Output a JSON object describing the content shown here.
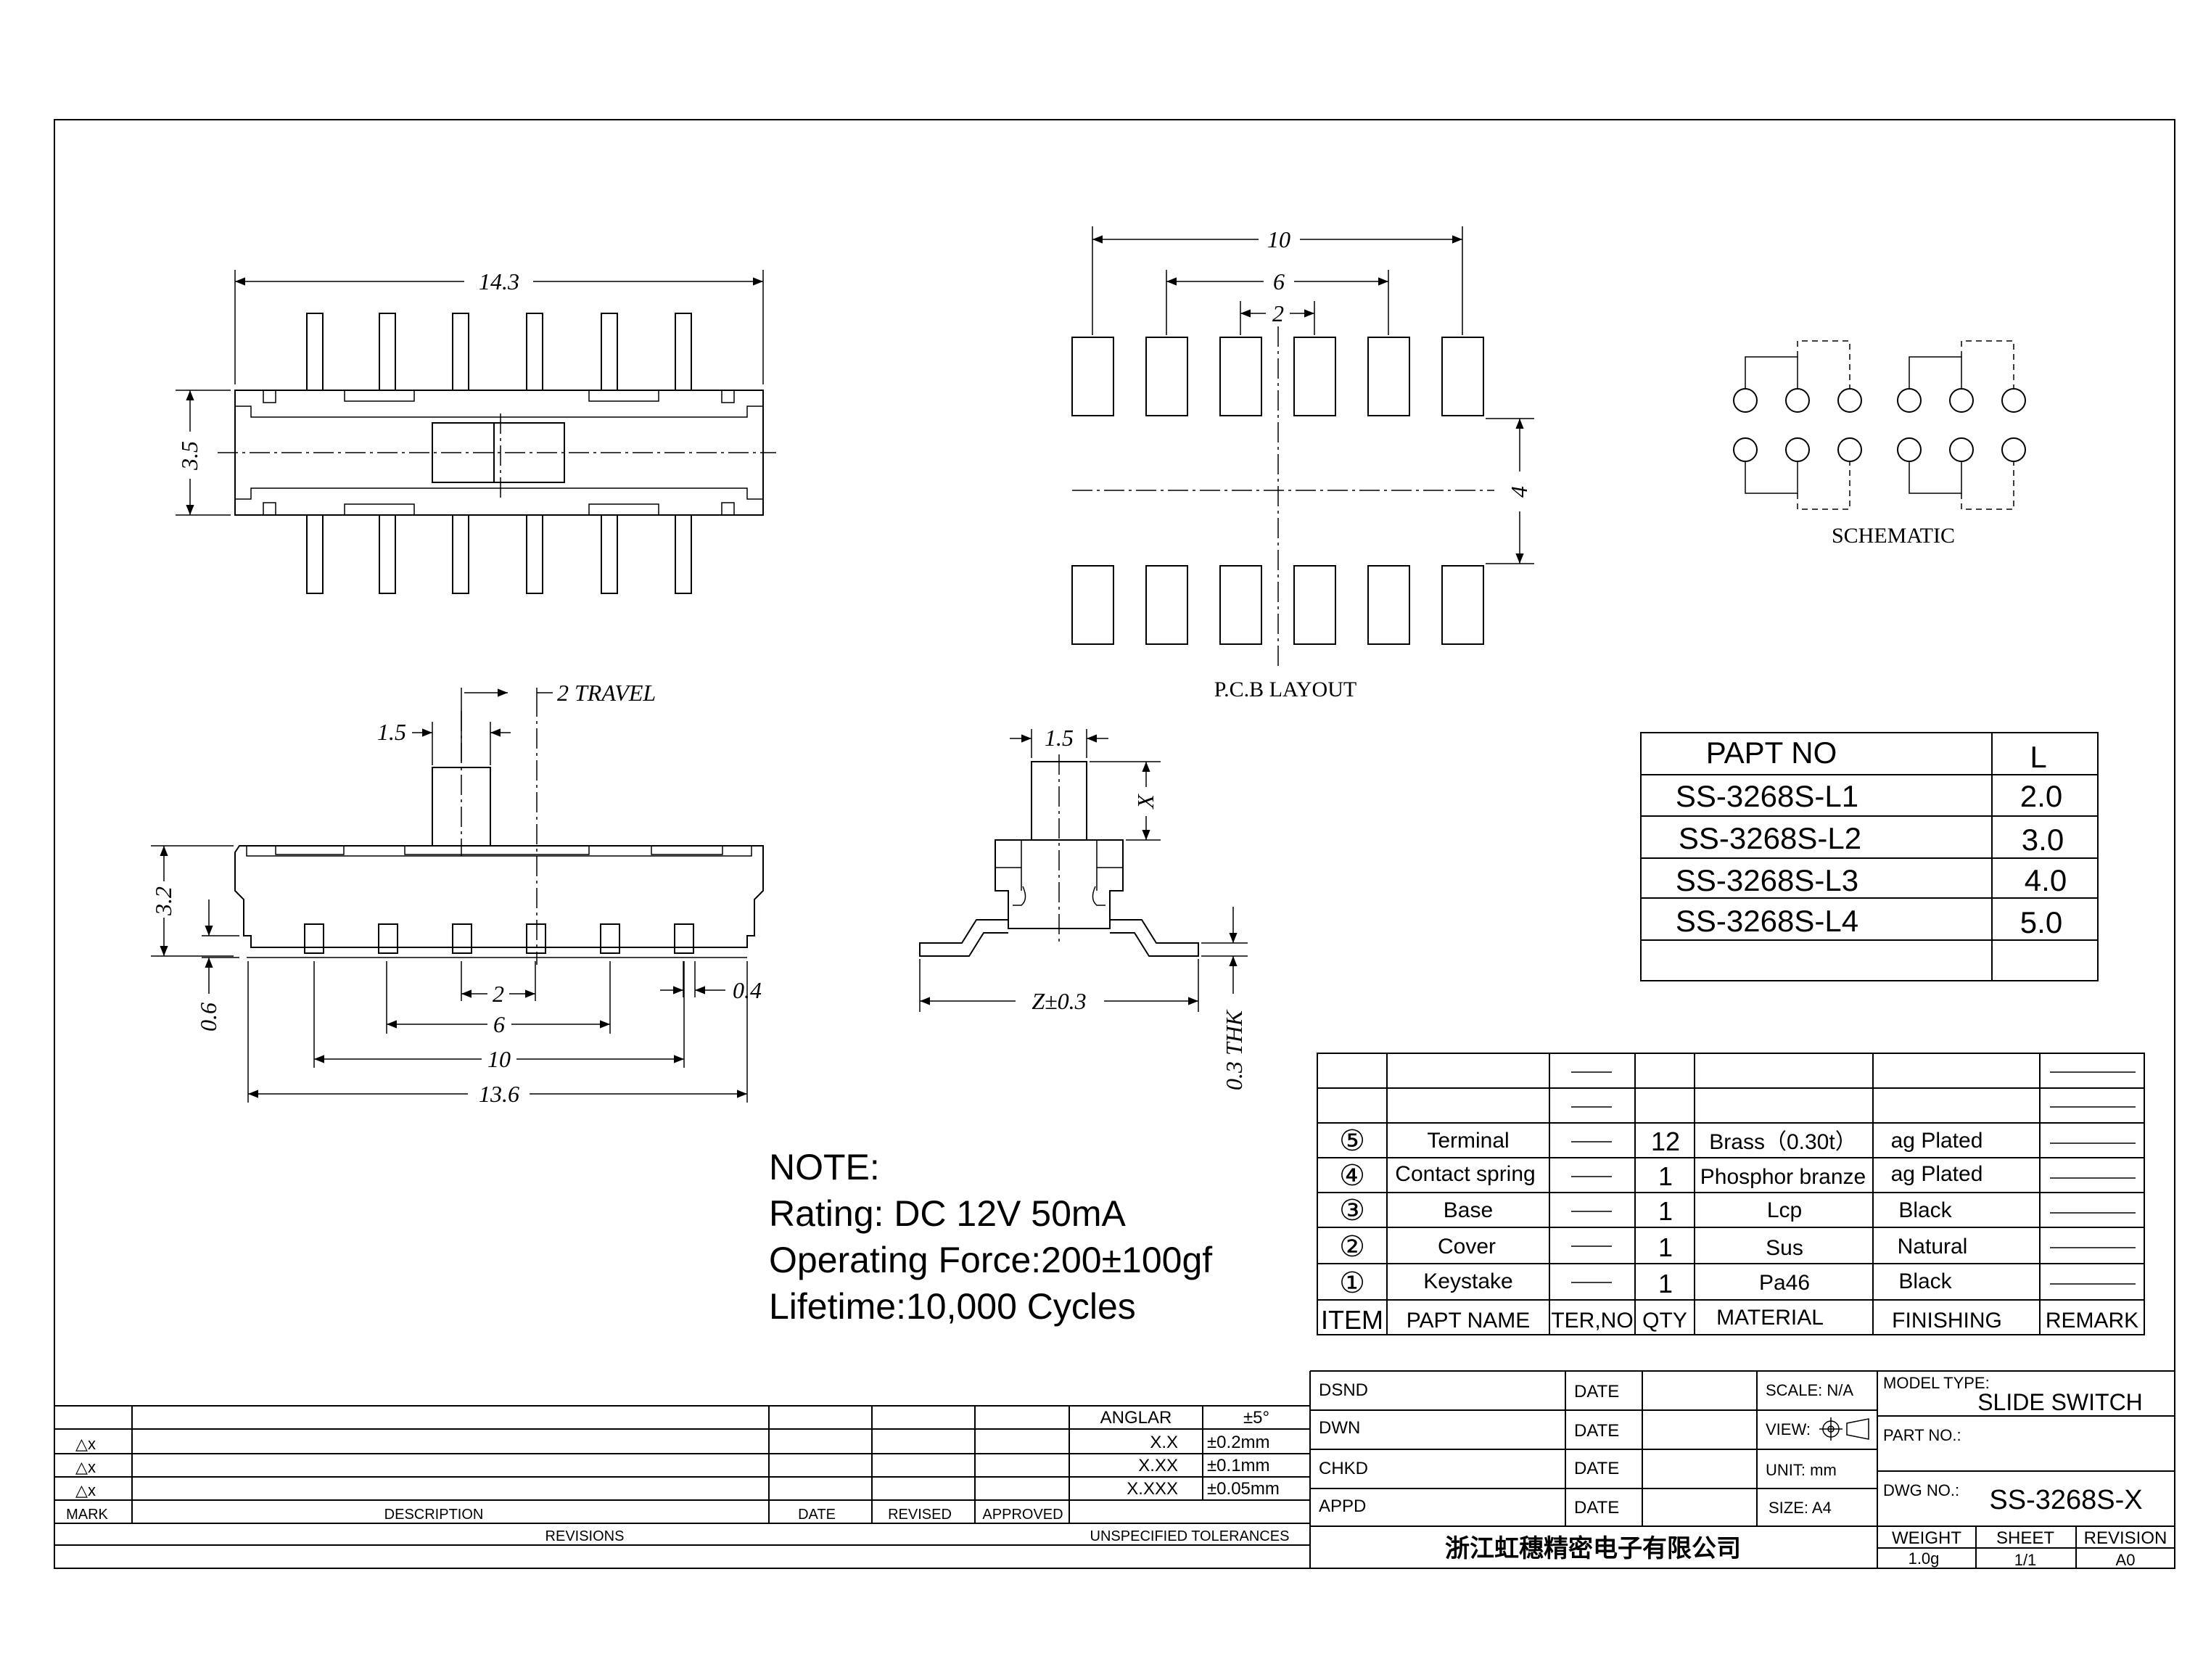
{
  "dimensions": {
    "top_width": "14.3",
    "top_height": "3.5",
    "pcb_span_10": "10",
    "pcb_span_6": "6",
    "pcb_pitch_2": "2",
    "pcb_row_gap": "4",
    "travel": "2 TRAVEL",
    "knob_width": "1.5",
    "body_height": "3.2",
    "standoff": "0.6",
    "pin_width": "0.4",
    "front_pitch": "2",
    "front_span_6": "6",
    "front_span_10": "10",
    "front_total": "13.6",
    "side_knob": "1.5",
    "side_x": "X",
    "side_z": "Z±0.3",
    "side_thk": "0.3 THK"
  },
  "labels": {
    "pcb_layout": "P.C.B LAYOUT",
    "schematic": "SCHEMATIC"
  },
  "part_table": {
    "header_part": "PAPT NO",
    "header_l": "L",
    "rows": [
      {
        "part": "SS-3268S-L1",
        "l": "2.0"
      },
      {
        "part": "SS-3268S-L2",
        "l": "3.0"
      },
      {
        "part": "SS-3268S-L3",
        "l": "4.0"
      },
      {
        "part": "SS-3268S-L4",
        "l": "5.0"
      }
    ]
  },
  "notes": {
    "title": "NOTE:",
    "rating": "Rating: DC 12V  50mA",
    "force": "Operating Force:200±100gf",
    "lifetime": "Lifetime:10,000 Cycles"
  },
  "bom": {
    "headers": [
      "ITEM",
      "PAPT NAME",
      "TER,NO",
      "QTY",
      "MATERIAL",
      "FINISHING",
      "REMARK"
    ],
    "rows": [
      {
        "item": "⑤",
        "name": "Terminal",
        "qty": "12",
        "material": "Brass（0.30t）",
        "finishing": "ag Plated"
      },
      {
        "item": "④",
        "name": "Contact spring",
        "qty": "1",
        "material": "Phosphor branze",
        "finishing": "ag Plated"
      },
      {
        "item": "③",
        "name": "Base",
        "qty": "1",
        "material": "Lcp",
        "finishing": "Black"
      },
      {
        "item": "②",
        "name": "Cover",
        "qty": "1",
        "material": "Sus",
        "finishing": "Natural"
      },
      {
        "item": "①",
        "name": "Keystake",
        "qty": "1",
        "material": "Pa46",
        "finishing": "Black"
      }
    ]
  },
  "revisions": {
    "marks": [
      "△x",
      "△x",
      "△x"
    ],
    "col_mark": "MARK",
    "col_desc": "DESCRIPTION",
    "col_date": "DATE",
    "col_revised": "REVISED",
    "col_approved": "APPROVED",
    "footer": "REVISIONS"
  },
  "tolerances": {
    "rows": [
      {
        "label": "ANGLAR",
        "value": "±5°"
      },
      {
        "label": "X.X",
        "value": "±0.2mm"
      },
      {
        "label": "X.XX",
        "value": "±0.1mm"
      },
      {
        "label": "X.XXX",
        "value": "±0.05mm"
      }
    ],
    "footer": "UNSPECIFIED TOLERANCES"
  },
  "title_block": {
    "dsnd": "DSND",
    "dwn": "DWN",
    "chkd": "CHKD",
    "appd": "APPD",
    "date": "DATE",
    "scale": "SCALE: N/A",
    "view": "VIEW:",
    "unit": "UNIT: mm",
    "size": "SIZE: A4",
    "model_type_label": "MODEL TYPE:",
    "model_type": "SLIDE SWITCH",
    "part_no_label": "PART NO.:",
    "dwg_no_label": "DWG NO.:",
    "dwg_no": "SS-3268S-X",
    "company": "浙江虹穗精密电子有限公司",
    "weight_label": "WEIGHT",
    "weight": "1.0g",
    "sheet_label": "SHEET",
    "sheet": "1/1",
    "revision_label": "REVISION",
    "revision": "A0"
  }
}
